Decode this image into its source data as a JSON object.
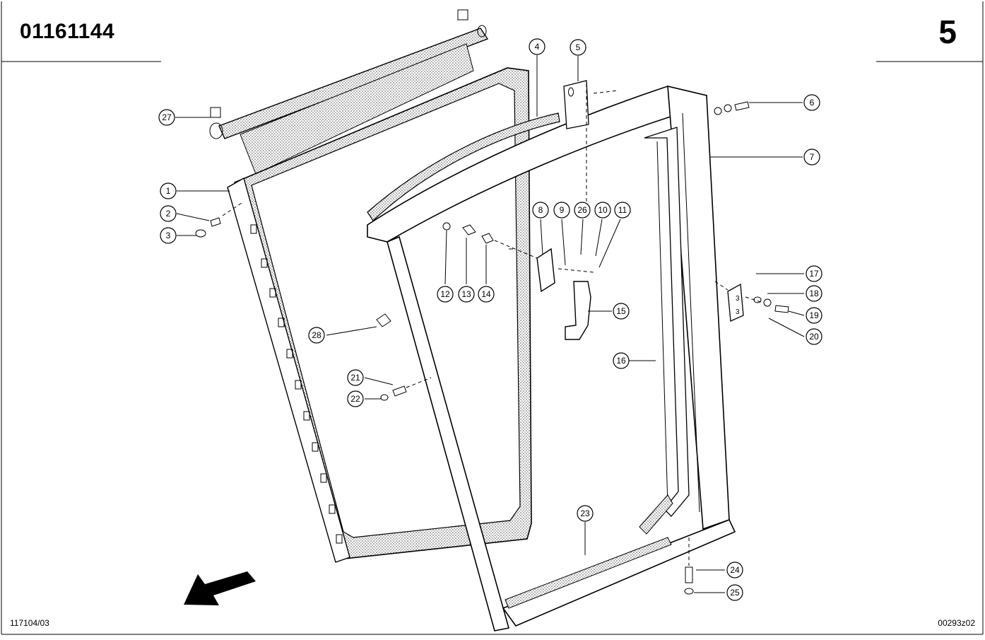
{
  "header": {
    "part_number": "01161144",
    "page_number": "5"
  },
  "footer": {
    "document_code": "117104/03",
    "drawing_code": "00293z02"
  },
  "callouts": [
    {
      "id": "c1",
      "label": "1"
    },
    {
      "id": "c2",
      "label": "2"
    },
    {
      "id": "c3",
      "label": "3"
    },
    {
      "id": "c4",
      "label": "4"
    },
    {
      "id": "c5",
      "label": "5"
    },
    {
      "id": "c6",
      "label": "6"
    },
    {
      "id": "c7",
      "label": "7"
    },
    {
      "id": "c8",
      "label": "8"
    },
    {
      "id": "c9",
      "label": "9"
    },
    {
      "id": "c10",
      "label": "10"
    },
    {
      "id": "c11",
      "label": "11"
    },
    {
      "id": "c12",
      "label": "12"
    },
    {
      "id": "c13",
      "label": "13"
    },
    {
      "id": "c14",
      "label": "14"
    },
    {
      "id": "c15",
      "label": "15"
    },
    {
      "id": "c16",
      "label": "16"
    },
    {
      "id": "c17",
      "label": "17"
    },
    {
      "id": "c18",
      "label": "18"
    },
    {
      "id": "c19",
      "label": "19"
    },
    {
      "id": "c20",
      "label": "20"
    },
    {
      "id": "c21",
      "label": "21"
    },
    {
      "id": "c22",
      "label": "22"
    },
    {
      "id": "c23",
      "label": "23"
    },
    {
      "id": "c24",
      "label": "24"
    },
    {
      "id": "c25",
      "label": "25"
    },
    {
      "id": "c26",
      "label": "26"
    },
    {
      "id": "c27",
      "label": "27"
    },
    {
      "id": "c28",
      "label": "28"
    }
  ],
  "hinge_marks": [
    "3",
    "3"
  ],
  "colors": {
    "ink": "#000000",
    "paper": "#ffffff",
    "hatch": "#888888"
  }
}
